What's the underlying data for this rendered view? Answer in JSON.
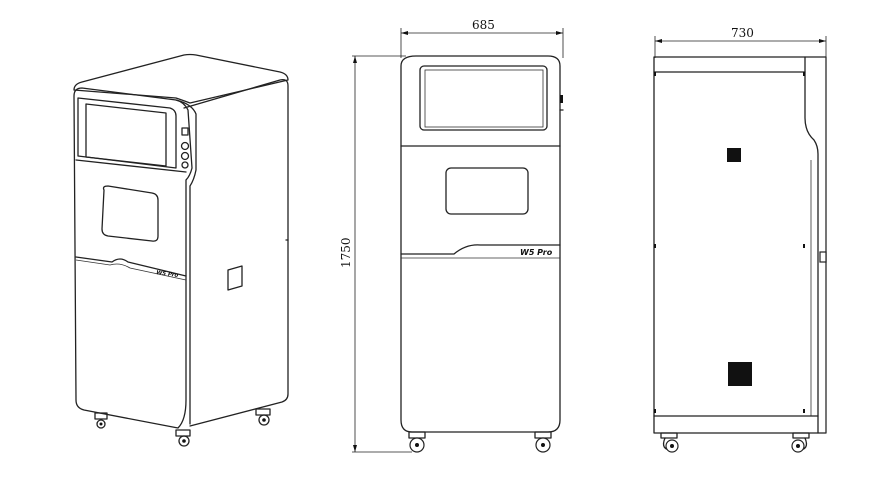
{
  "dimensions": {
    "width": "685",
    "depth": "730",
    "height": "1750"
  },
  "product": {
    "model_label": "W5 Pro"
  }
}
